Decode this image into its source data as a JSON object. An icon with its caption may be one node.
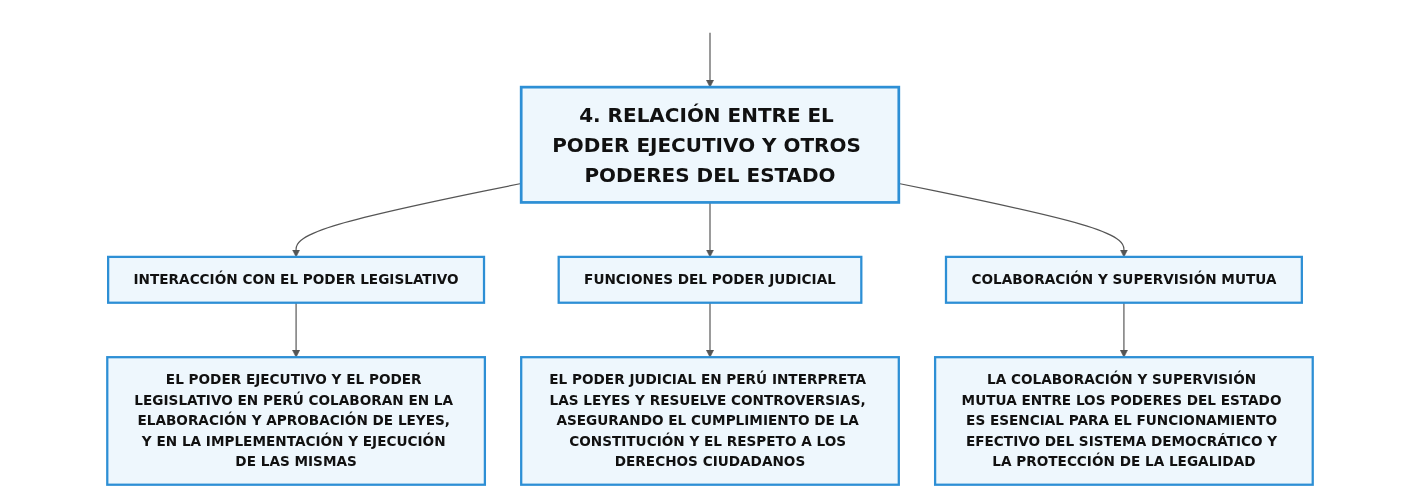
{
  "diagram": {
    "nodes": [
      {
        "text": [
          "4. RELACIÓN ENTRE EL PODER EJECUTIVO Y OTROS PODERES DEL ESTADO"
        ]
      },
      {
        "text": [
          "INTERACCIÓN CON EL PODER LEGISLATIVO"
        ]
      },
      {
        "text": [
          "FUNCIONES DEL PODER JUDICIAL"
        ]
      },
      {
        "text": [
          "COLABORACIÓN Y SUPERVISIÓN MUTUA"
        ]
      },
      {
        "text": [
          "EL PODER EJECUTIVO Y EL PODER LEGISLATIVO EN PERÚ COLABORAN EN LA ELABORACIÓN Y APROBACIÓN DE LEYES, Y EN LA IMPLEMENTACIÓN Y EJECUCIÓN DE LAS MISMAS"
        ]
      },
      {
        "text": [
          "EL PODER JUDICIAL EN PERÚ INTERPRETA LAS LEYES Y RESUELVE CONTROVERSIAS, ASEGURANDO EL CUMPLIMIENTO DE LA CONSTITUCIÓN Y EL RESPETO A LOS DERECHOS CIUDADANOS"
        ]
      },
      {
        "text": [
          "LA COLABORACIÓN Y SUPERVISIÓN MUTUA ENTRE LOS PODERES DEL ESTADO ES ESENCIAL PARA EL FUNCIONAMIENTO EFECTIVO DEL SISTEMA DEMOCRÁTICO Y LA PROTECCIÓN DE LA LEGALIDAD"
        ]
      }
    ],
    "edges": [
      {
        "from": null,
        "to": 0,
        "arrow": "to"
      },
      {
        "from": 0,
        "to": 1,
        "arrow": "to"
      },
      {
        "from": 0,
        "to": 2,
        "arrow": "to"
      },
      {
        "from": 0,
        "to": 3,
        "arrow": "to"
      },
      {
        "from": 1,
        "to": 4,
        "arrow": "to"
      },
      {
        "from": 2,
        "to": 5,
        "arrow": "to"
      },
      {
        "from": 3,
        "to": 6,
        "arrow": "to"
      }
    ]
  }
}
